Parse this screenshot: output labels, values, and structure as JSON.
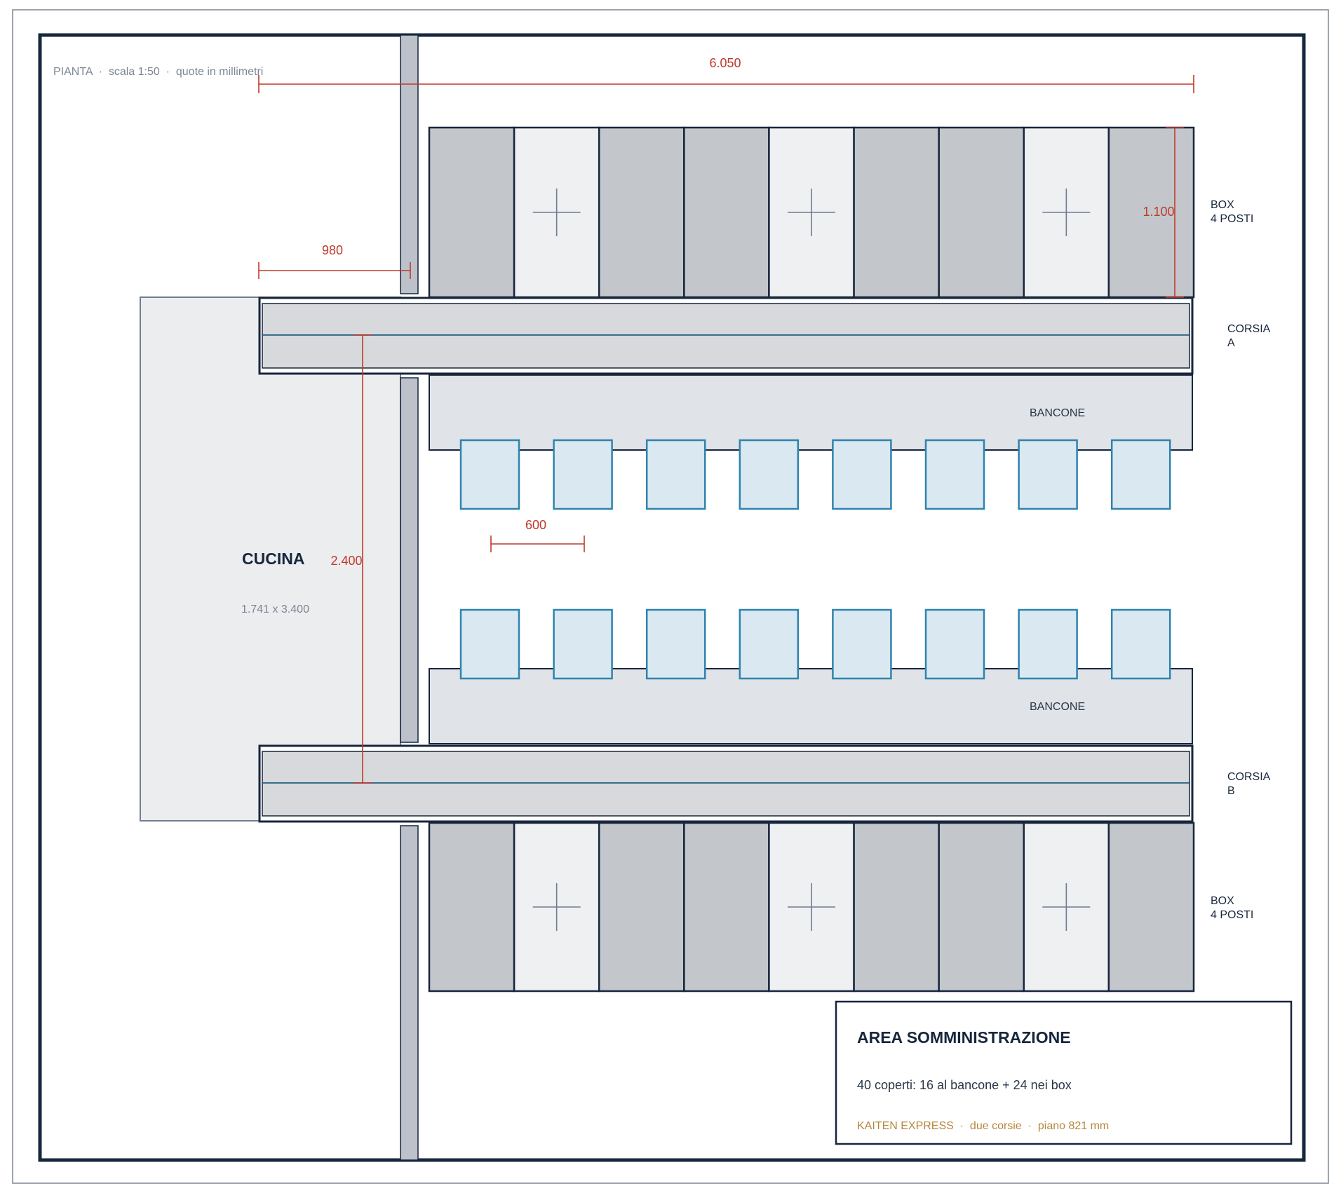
{
  "header": {
    "text": "PIANTA  ·  scala 1:50  ·  quote in millimetri"
  },
  "dimensions": {
    "total_length": "6.050",
    "wall_offset": "980",
    "box_depth": "1.100",
    "belt_spacing": "2.400",
    "stool_pitch": "600"
  },
  "kitchen": {
    "title": "CUCINA",
    "size": "1.741 x 3.400"
  },
  "labels": {
    "box_top_line1": "BOX",
    "box_top_line2": "4 POSTI",
    "box_bottom_line1": "BOX",
    "box_bottom_line2": "4 POSTI",
    "corsia_a_line1": "CORSIA",
    "corsia_a_line2": "A",
    "corsia_b_line1": "CORSIA",
    "corsia_b_line2": "B",
    "counter_top": "BANCONE",
    "counter_bottom": "BANCONE"
  },
  "info_box": {
    "title": "AREA SOMMINISTRAZIONE",
    "covers": "40 coperti: 16 al bancone + 24 nei box",
    "footer": "KAITEN EXPRESS  ·  due corsie  ·  piano 821 mm"
  },
  "layout_counts": {
    "box_columns": 9,
    "stools_per_counter": 8,
    "table_marked_columns": [
      1,
      4,
      7
    ]
  },
  "colors": {
    "outline": "#17263d",
    "dimension": "#c0392b",
    "seat_block": "#c3c7cb",
    "table_cell": "#eef0f2",
    "belt": "#d8d9dc",
    "counter": "#e0e3e7",
    "stool_fill": "#d9e8f1",
    "stool_stroke": "#2f83ad",
    "kitchen": "#ebedef",
    "kitchen_stroke": "#6f7d90",
    "wall": "#bcc1ca",
    "accent_gold": "#b5873d",
    "muted_text": "#7c8694"
  }
}
